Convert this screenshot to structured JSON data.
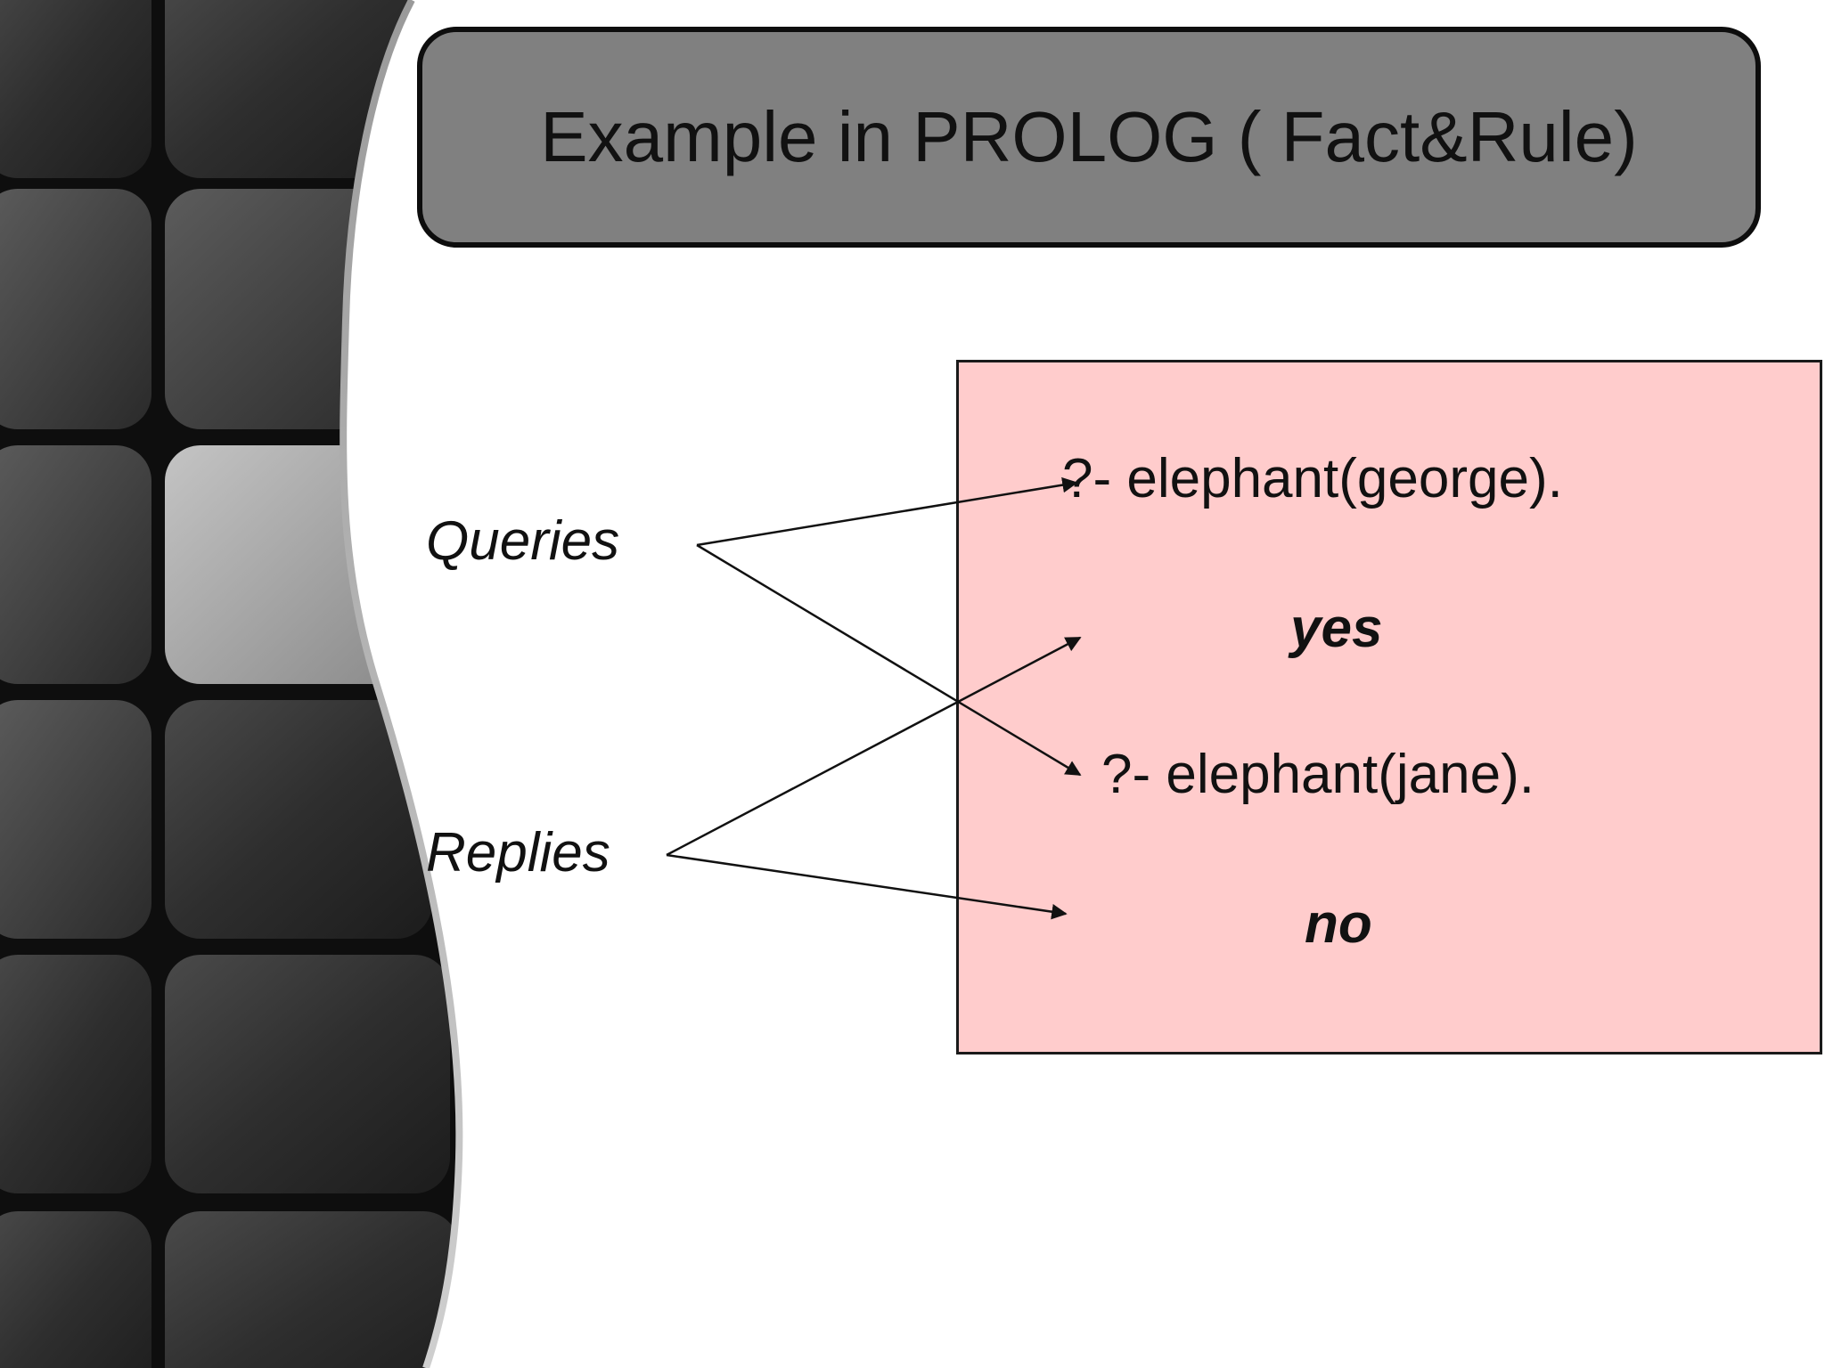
{
  "slide": {
    "title": "Example in PROLOG ( Fact&Rule)",
    "labels": {
      "queries": "Queries",
      "replies": "Replies"
    },
    "exchange": {
      "query_1": "?- elephant(george).",
      "reply_1": "yes",
      "query_2": "?- elephant(jane).",
      "reply_2": "no"
    }
  },
  "colors": {
    "title_fill": "#808080",
    "title_border": "#0d0d0d",
    "box_fill": "#ffcccc",
    "box_border": "#1a1a1a",
    "text": "#111111"
  }
}
